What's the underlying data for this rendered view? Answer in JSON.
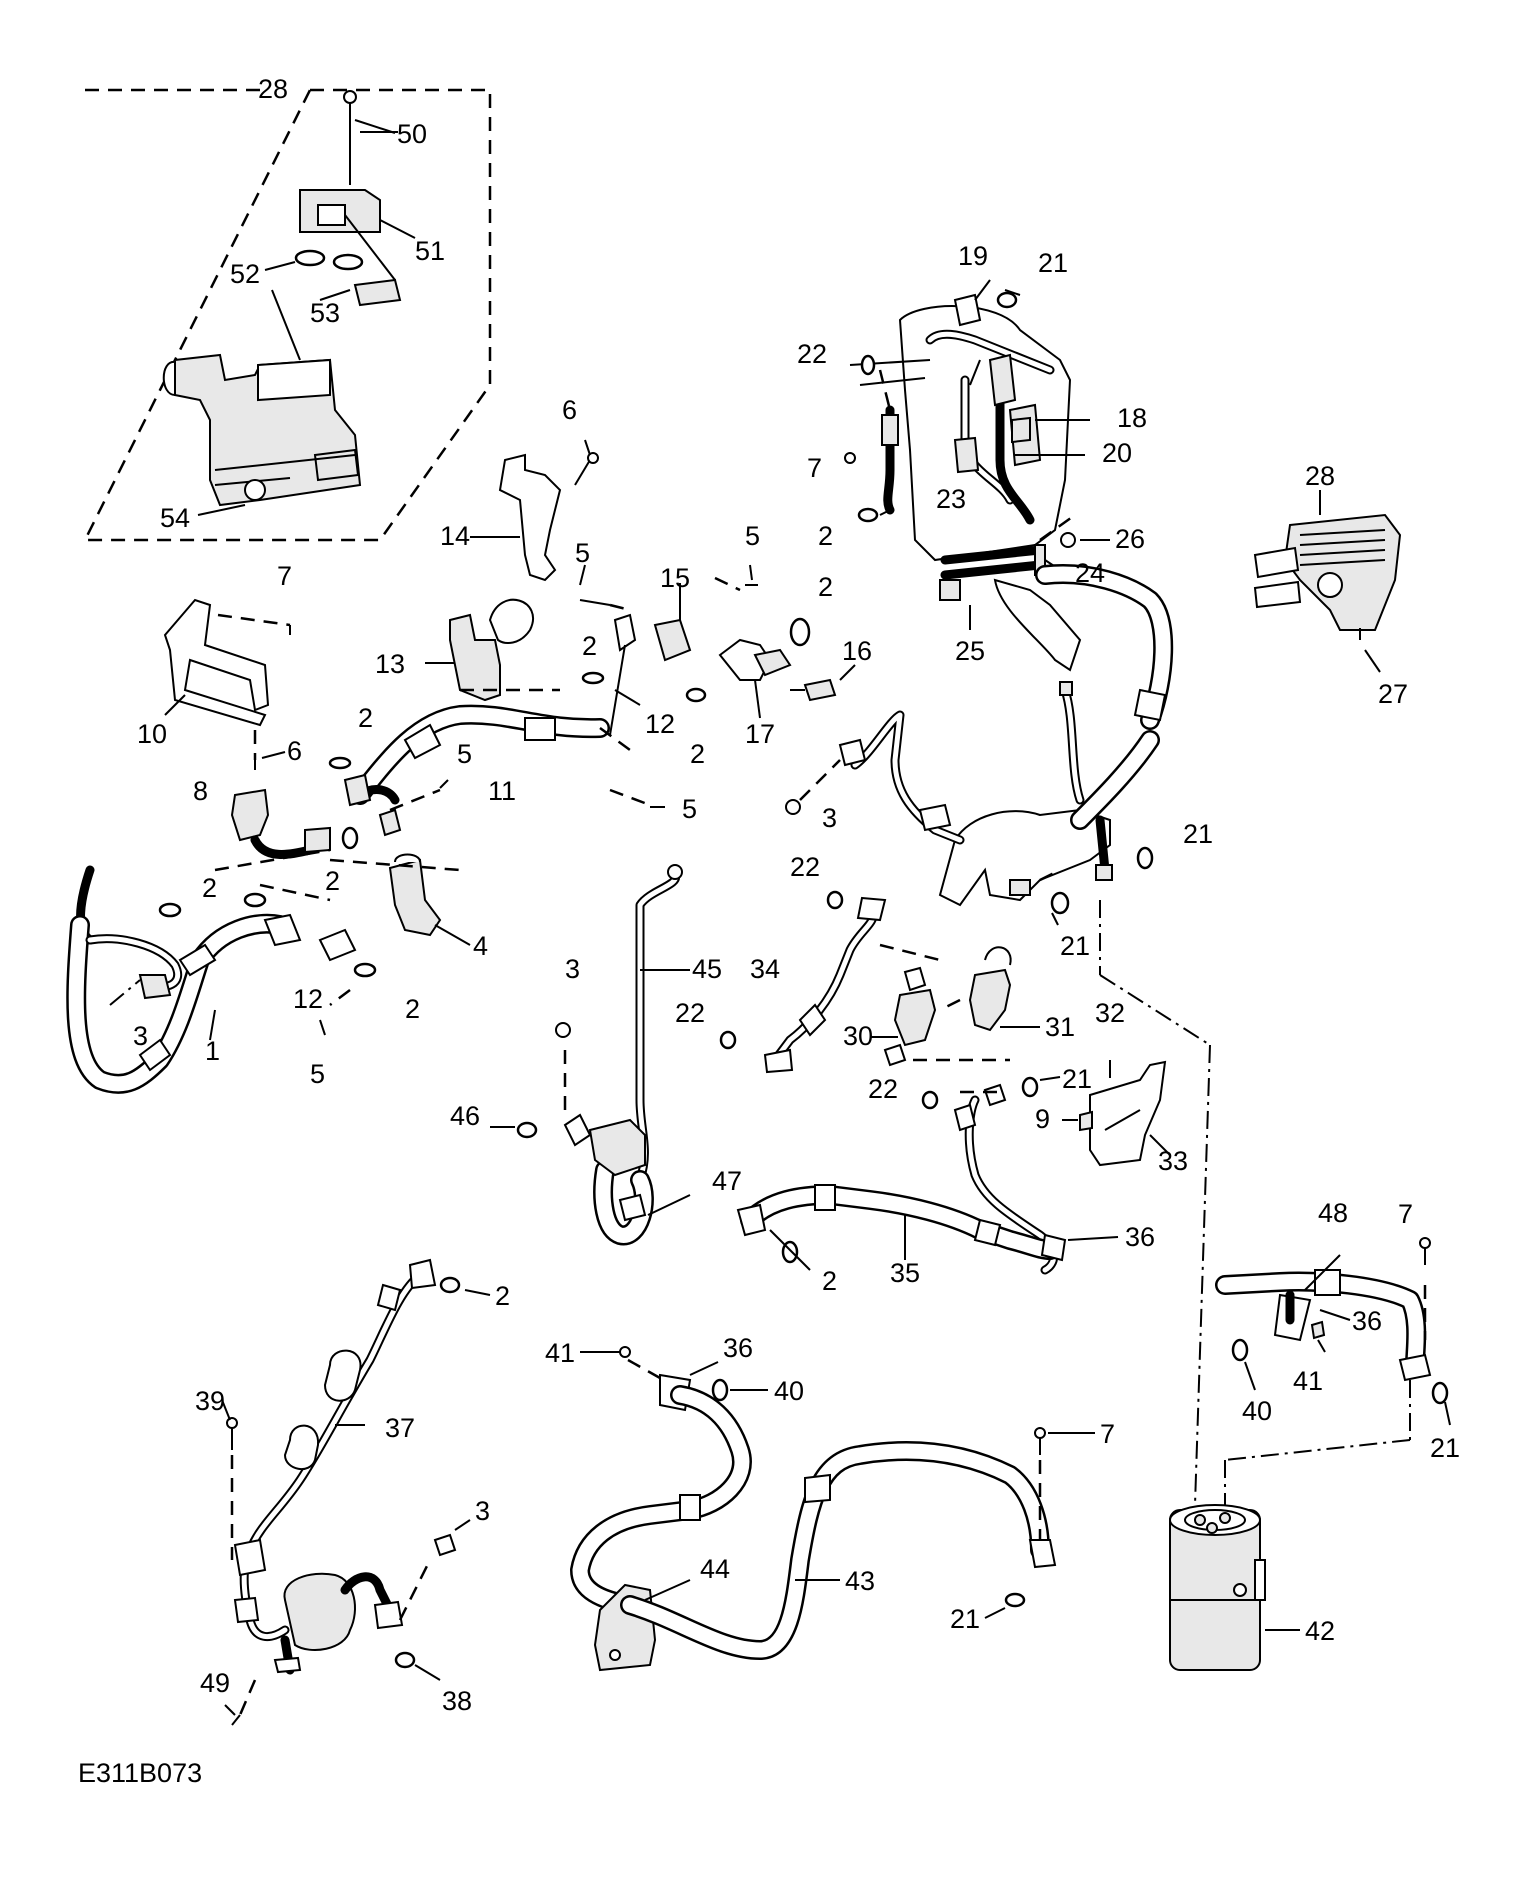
{
  "diagram_code": "E311B073",
  "labels": [
    {
      "id": "l-28a",
      "text": "28"
    },
    {
      "id": "l-50",
      "text": "50"
    },
    {
      "id": "l-51",
      "text": "51"
    },
    {
      "id": "l-52",
      "text": "52"
    },
    {
      "id": "l-53",
      "text": "53"
    },
    {
      "id": "l-54",
      "text": "54"
    },
    {
      "id": "l-6a",
      "text": "6"
    },
    {
      "id": "l-14",
      "text": "14"
    },
    {
      "id": "l-7a",
      "text": "7"
    },
    {
      "id": "l-5a",
      "text": "5"
    },
    {
      "id": "l-15",
      "text": "15"
    },
    {
      "id": "l-5b",
      "text": "5"
    },
    {
      "id": "l-2a",
      "text": "2"
    },
    {
      "id": "l-16",
      "text": "16"
    },
    {
      "id": "l-13",
      "text": "13"
    },
    {
      "id": "l-2b",
      "text": "2"
    },
    {
      "id": "l-12a",
      "text": "12"
    },
    {
      "id": "l-2c",
      "text": "2"
    },
    {
      "id": "l-17",
      "text": "17"
    },
    {
      "id": "l-10",
      "text": "10"
    },
    {
      "id": "l-6b",
      "text": "6"
    },
    {
      "id": "l-2d",
      "text": "2"
    },
    {
      "id": "l-5c",
      "text": "5"
    },
    {
      "id": "l-11",
      "text": "11"
    },
    {
      "id": "l-5d",
      "text": "5"
    },
    {
      "id": "l-8",
      "text": "8"
    },
    {
      "id": "l-2e",
      "text": "2"
    },
    {
      "id": "l-2f",
      "text": "2"
    },
    {
      "id": "l-4",
      "text": "4"
    },
    {
      "id": "l-12b",
      "text": "12"
    },
    {
      "id": "l-2g",
      "text": "2"
    },
    {
      "id": "l-3a",
      "text": "3"
    },
    {
      "id": "l-1",
      "text": "1"
    },
    {
      "id": "l-5e",
      "text": "5"
    },
    {
      "id": "l-19",
      "text": "19"
    },
    {
      "id": "l-21a",
      "text": "21"
    },
    {
      "id": "l-22a",
      "text": "22"
    },
    {
      "id": "l-18",
      "text": "18"
    },
    {
      "id": "l-7b",
      "text": "7"
    },
    {
      "id": "l-20",
      "text": "20"
    },
    {
      "id": "l-23",
      "text": "23"
    },
    {
      "id": "l-2h",
      "text": "2"
    },
    {
      "id": "l-26",
      "text": "26"
    },
    {
      "id": "l-24",
      "text": "24"
    },
    {
      "id": "l-25",
      "text": "25"
    },
    {
      "id": "l-28b",
      "text": "28"
    },
    {
      "id": "l-27",
      "text": "27"
    },
    {
      "id": "l-3b",
      "text": "3"
    },
    {
      "id": "l-21b",
      "text": "21"
    },
    {
      "id": "l-21c",
      "text": "21"
    },
    {
      "id": "l-22b",
      "text": "22"
    },
    {
      "id": "l-34",
      "text": "34"
    },
    {
      "id": "l-3c",
      "text": "3"
    },
    {
      "id": "l-45",
      "text": "45"
    },
    {
      "id": "l-22c",
      "text": "22"
    },
    {
      "id": "l-30",
      "text": "30"
    },
    {
      "id": "l-31",
      "text": "31"
    },
    {
      "id": "l-32",
      "text": "32"
    },
    {
      "id": "l-21d",
      "text": "21"
    },
    {
      "id": "l-22d",
      "text": "22"
    },
    {
      "id": "l-9",
      "text": "9"
    },
    {
      "id": "l-33",
      "text": "33"
    },
    {
      "id": "l-46",
      "text": "46"
    },
    {
      "id": "l-47",
      "text": "47"
    },
    {
      "id": "l-36a",
      "text": "36"
    },
    {
      "id": "l-35",
      "text": "35"
    },
    {
      "id": "l-2i",
      "text": "2"
    },
    {
      "id": "l-7c",
      "text": "7"
    },
    {
      "id": "l-48",
      "text": "48"
    },
    {
      "id": "l-36b",
      "text": "36"
    },
    {
      "id": "l-41a",
      "text": "41"
    },
    {
      "id": "l-40a",
      "text": "40"
    },
    {
      "id": "l-21e",
      "text": "21"
    },
    {
      "id": "l-2j",
      "text": "2"
    },
    {
      "id": "l-37",
      "text": "37"
    },
    {
      "id": "l-39",
      "text": "39"
    },
    {
      "id": "l-3d",
      "text": "3"
    },
    {
      "id": "l-38",
      "text": "38"
    },
    {
      "id": "l-49",
      "text": "49"
    },
    {
      "id": "l-41b",
      "text": "41"
    },
    {
      "id": "l-36c",
      "text": "36"
    },
    {
      "id": "l-40b",
      "text": "40"
    },
    {
      "id": "l-7d",
      "text": "7"
    },
    {
      "id": "l-44",
      "text": "44"
    },
    {
      "id": "l-43",
      "text": "43"
    },
    {
      "id": "l-21f",
      "text": "21"
    },
    {
      "id": "l-42",
      "text": "42"
    }
  ]
}
